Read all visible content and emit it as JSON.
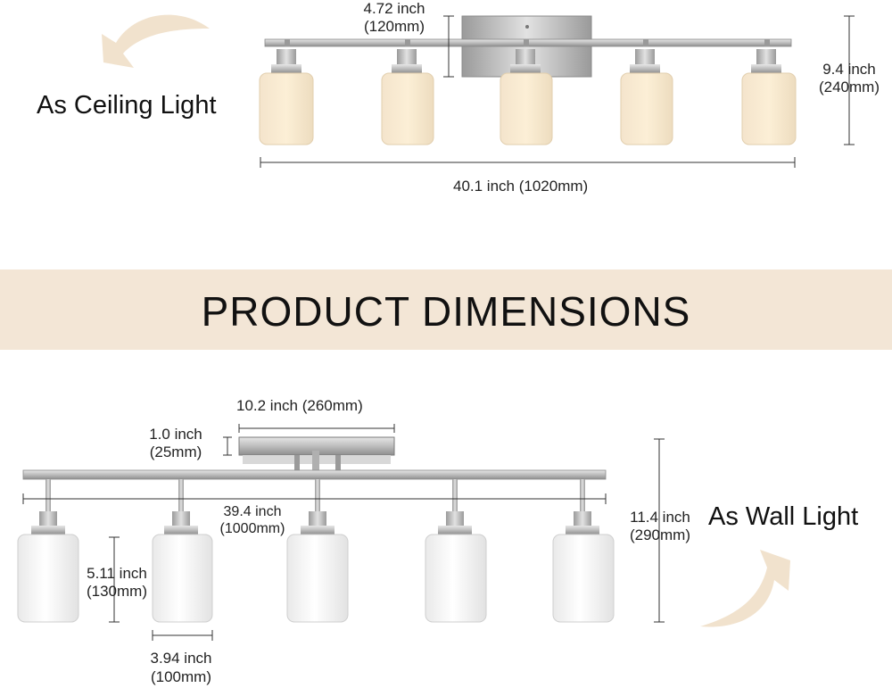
{
  "banner": {
    "title": "PRODUCT DIMENSIONS",
    "color": "#f3e6d6"
  },
  "ceiling": {
    "caption": "As Ceiling Light",
    "width_label": "40.1 inch (1020mm)",
    "depth_label_inch": "4.72 inch",
    "depth_label_mm": "(120mm)",
    "height_label_inch": "9.4 inch",
    "height_label_mm": "(240mm)"
  },
  "wall": {
    "caption": "As Wall Light",
    "plate_label": "10.2 inch (260mm)",
    "plate_depth_inch": "1.0 inch",
    "plate_depth_mm": "(25mm)",
    "span_inch": "39.4 inch",
    "span_mm": "(1000mm)",
    "height_inch": "11.4 inch",
    "height_mm": "(290mm)",
    "shade_height_inch": "5.11 inch",
    "shade_height_mm": "(130mm)",
    "shade_width_inch": "3.94 inch",
    "shade_width_mm": "(100mm)"
  },
  "colors": {
    "nickel": "#b9b9b9",
    "glass_lit": "#fbe9c9",
    "glass_white": "#f7f7f7",
    "arrow": "#f1e2cd"
  }
}
